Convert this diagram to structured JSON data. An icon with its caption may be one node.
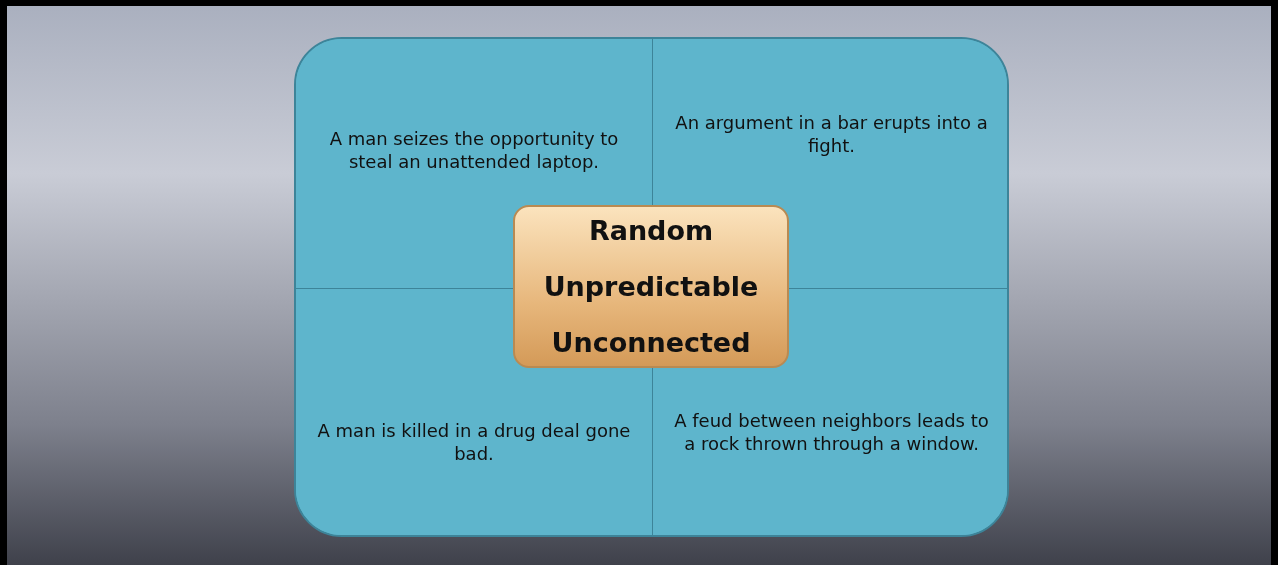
{
  "diagram": {
    "nodes": [
      {
        "text": [
          "A man seizes the opportunity to steal an unattended laptop."
        ]
      },
      {
        "text": [
          "An argument in a bar erupts into a fight."
        ]
      },
      {
        "text": [
          "A man is killed in a drug deal gone bad."
        ]
      },
      {
        "text": [
          "A feud between neighbors leads to a rock thrown through a window."
        ]
      },
      {
        "text": [
          "Random",
          "Unpredictable",
          "Unconnected"
        ]
      }
    ],
    "edges": []
  }
}
